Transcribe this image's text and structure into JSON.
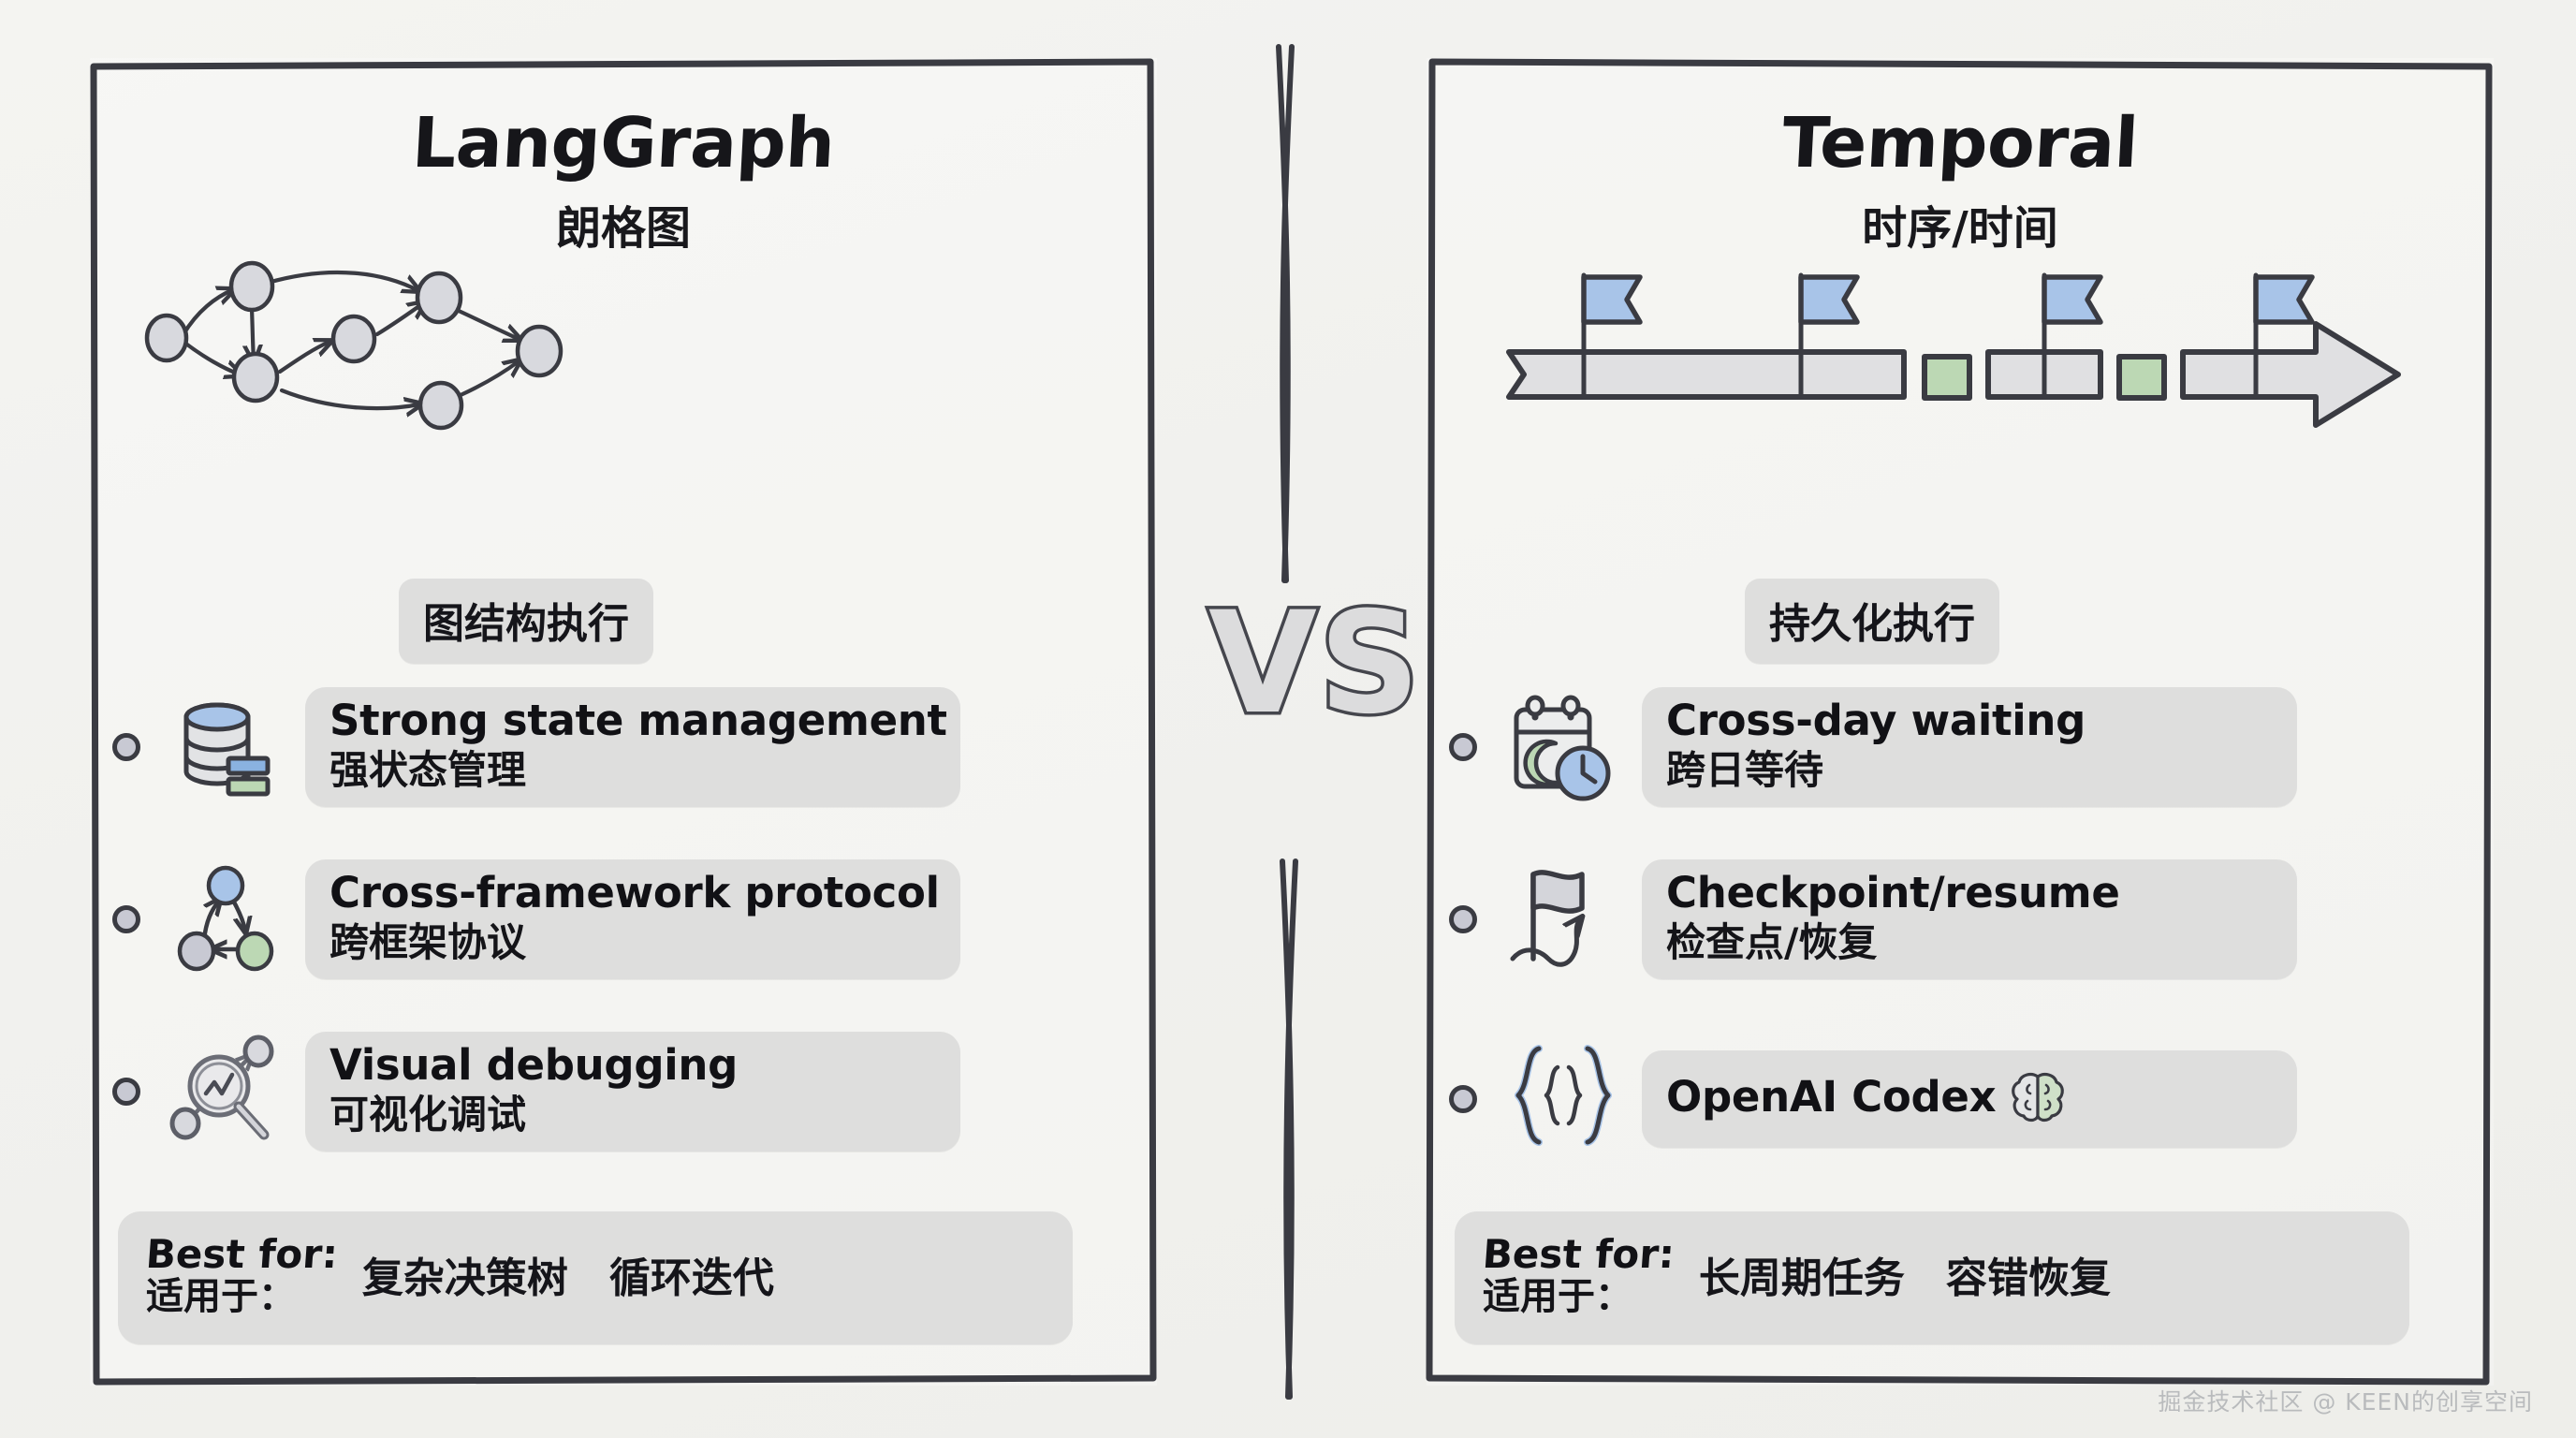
{
  "left_panel": {
    "title_en": "LangGraph",
    "title_zh": "朗格图",
    "badge": "图结构执行",
    "diagram_name": "graph-structure-execution-diagram",
    "features": [
      {
        "icon": "database-stack-icon",
        "en": "Strong state management",
        "zh": "强状态管理"
      },
      {
        "icon": "network-protocol-nodes-icon",
        "en": "Cross-framework protocol",
        "zh": "跨框架协议"
      },
      {
        "icon": "magnifier-chart-icon",
        "en": "Visual debugging",
        "zh": "可视化调试"
      }
    ],
    "best_for": {
      "label_en": "Best for:",
      "label_zh": "适用于：",
      "tags": [
        "复杂决策树",
        "循环迭代"
      ]
    }
  },
  "right_panel": {
    "title_en": "Temporal",
    "title_zh": "时序/时间",
    "badge": "持久化执行",
    "diagram_name": "durable-timeline-arrow-diagram",
    "features": [
      {
        "icon": "calendar-moon-clock-icon",
        "en": "Cross-day waiting",
        "zh": "跨日等待"
      },
      {
        "icon": "flag-resume-arrow-icon",
        "en": "Checkpoint/resume",
        "zh": "检查点/恢复"
      },
      {
        "icon": "curly-braces-icon",
        "en": "OpenAI Codex",
        "en_suffix_icon": "brain-icon",
        "zh": ""
      }
    ],
    "best_for": {
      "label_en": "Best for:",
      "label_zh": "适用于：",
      "tags": [
        "长周期任务",
        "容错恢复"
      ]
    }
  },
  "divider": {
    "vs_label": "VS"
  },
  "watermark": {
    "text": "掘金技术社区 @ KEEN的创享空间"
  },
  "colors": {
    "background": "#f1f1ee",
    "ink": "#3a3b42",
    "chip": "#dededd",
    "node_fill": "#d8d9de",
    "accent_blue": "#a8c4e8",
    "accent_green": "#bcd8b4",
    "vs_fill": "#dcdcdd"
  }
}
